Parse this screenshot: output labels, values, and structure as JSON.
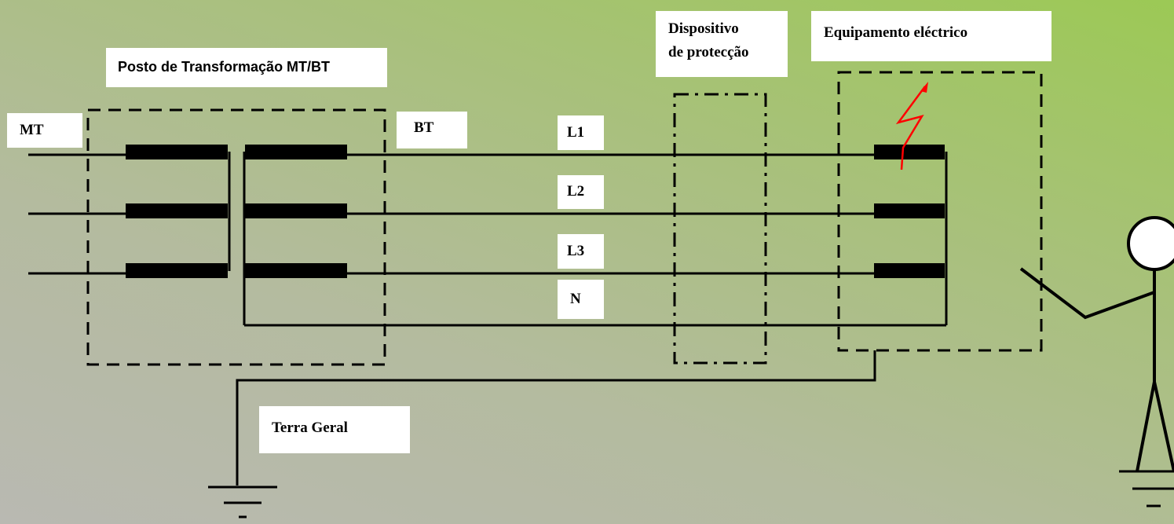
{
  "labels": {
    "mt": "MT",
    "bt": "BT",
    "posto": "Posto de Transformação MT/BT",
    "l1": "L1",
    "l2": "L2",
    "l3": "L3",
    "n": "N",
    "dispositivo_line1": "Dispositivo",
    "dispositivo_line2": "de protecção",
    "equipamento": "Equipamento eléctrico",
    "terra": "Terra Geral"
  },
  "colors": {
    "line": "#000000",
    "fault": "#ff0000",
    "label_bg": "#ffffff"
  }
}
